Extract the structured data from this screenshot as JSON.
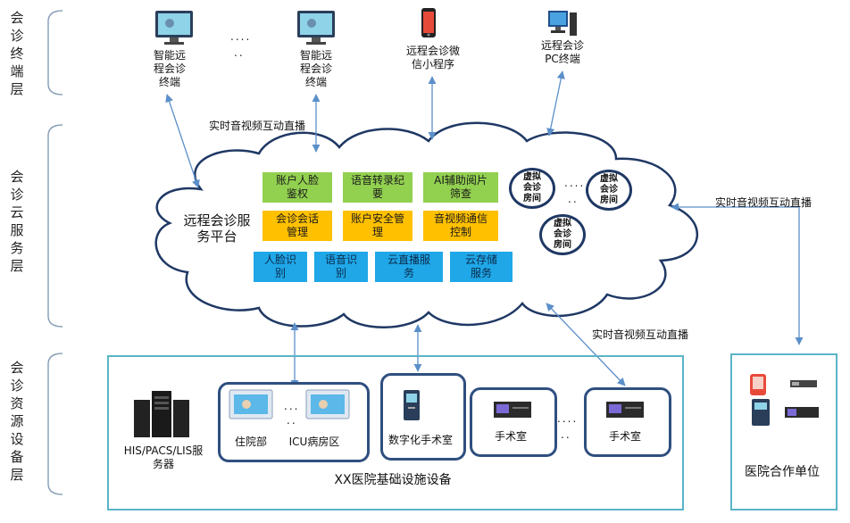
{
  "layers": {
    "terminal": "会\n诊\n终\n端\n层",
    "cloud": "会\n诊\n云\n服\n务\n层",
    "resource": "会\n诊\n资\n源\n设\n备\n层"
  },
  "terminals": {
    "smart1": "智能远\n程会诊\n终端",
    "smart2": "智能远\n程会诊\n终端",
    "miniprogram": "远程会诊微\n信小程序",
    "pc": "远程会诊\nPC终端",
    "dots1": "....",
    "dots2": ".."
  },
  "links": {
    "live1": "实时音视频互动直播",
    "live2": "实时音视频互动直播",
    "live3": "实时音视频互动直播"
  },
  "cloud": {
    "platform": "远程会诊服\n务平台",
    "green": [
      "账户人脸\n鉴权",
      "语音转录纪\n要",
      "AI辅助阅片\n筛查"
    ],
    "orange": [
      "会诊会话\n管理",
      "账户安全管\n理",
      "音视频通信\n控制"
    ],
    "blue": [
      "人脸识\n别",
      "语音识\n别",
      "云直播服\n务",
      "云存储\n服务"
    ],
    "rooms": [
      "虚拟\n会诊\n房间",
      "虚拟\n会诊\n房间",
      "虚拟\n会诊\n房间"
    ],
    "room_dots1": "....",
    "room_dots2": ".."
  },
  "hospital": {
    "servers": "HIS/PACS/LIS服\n务器",
    "inpatient": "住院部",
    "icu": "ICU病房区",
    "ward_dots1": "...",
    "ward_dots2": "..",
    "digital_or": "数字化手术室",
    "or1": "手术室",
    "or2": "手术室",
    "or_dots1": "....",
    "or_dots2": "..",
    "title": "XX医院基础设施设备"
  },
  "partner": {
    "title": "医院合作单位"
  },
  "colors": {
    "green": "#92d050",
    "orange": "#ffc000",
    "blue": "#1fa7e8",
    "arrow": "#5b8fc9",
    "frame": "#5ab4c8"
  }
}
